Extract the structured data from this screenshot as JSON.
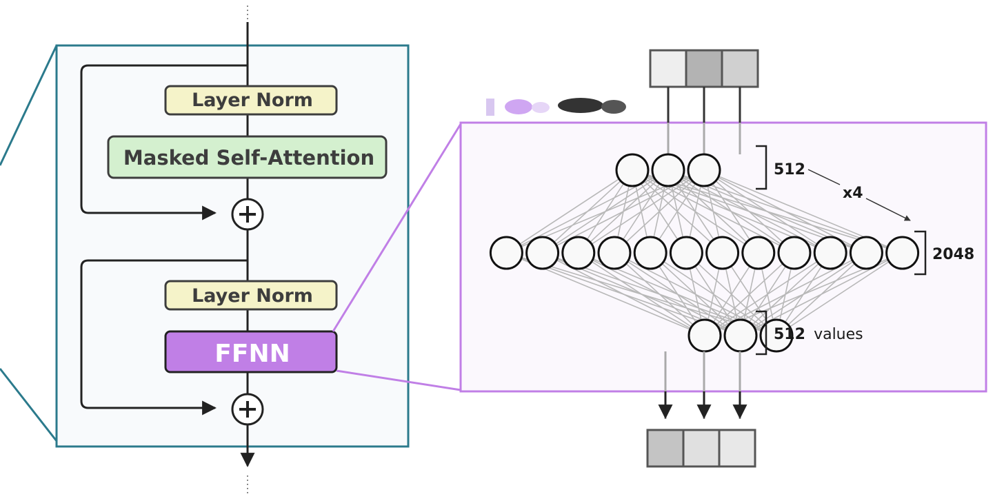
{
  "decoder_block": {
    "layer_norm_1": "Layer Norm",
    "masked_self_attention": "Masked Self-Attention",
    "layer_norm_2": "Layer Norm",
    "ffnn": "FFNN"
  },
  "ffnn_detail": {
    "input_neurons": 3,
    "hidden_neurons": 12,
    "output_neurons": 3,
    "top_count": "512",
    "multiplier": "x4",
    "hidden_count": "2048",
    "bottom_count": "512",
    "bottom_suffix": "values"
  },
  "vectors": {
    "input_shades": [
      "#eeeeee",
      "#b3b3b3",
      "#d0d0d0"
    ],
    "output_shades": [
      "#c4c4c4",
      "#e0e0e0",
      "#e8e8e8"
    ]
  },
  "colors": {
    "block_border": "#2b7a8c",
    "ffnn_accent": "#c07fe6",
    "layer_norm_fill": "#f5f3c9",
    "attention_fill": "#d4f0cf"
  }
}
